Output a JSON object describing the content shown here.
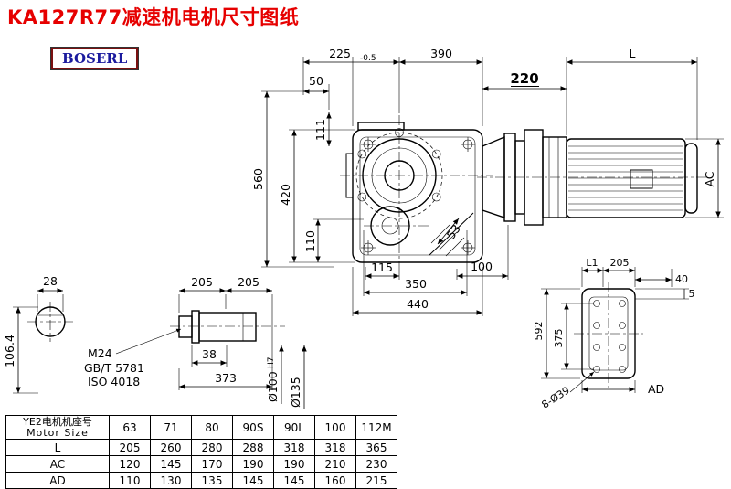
{
  "title": "KA127R77减速机电机尺寸图纸",
  "logo": "BOSERL",
  "colors": {
    "title": "#e60000",
    "logo_text": "#1b1b9e",
    "logo_border": "#7a1010",
    "line": "#000000"
  },
  "front": {
    "d225": "225",
    "tol": "-0.5",
    "d390": "390",
    "d220": "220",
    "dL": "L",
    "d50": "50",
    "d111": "111",
    "d560": "560",
    "d420": "420",
    "d110": "110",
    "d115": "115",
    "d100": "100",
    "d350": "350",
    "d440": "440",
    "d53": "53",
    "dAC": "AC"
  },
  "section": {
    "d28": "28",
    "d106": "106.4"
  },
  "shaft": {
    "d205a": "205",
    "d205b": "205",
    "thread": "M24",
    "std1": "GB/T 5781",
    "std2": "ISO 4018",
    "d38": "38",
    "d373": "373",
    "dia100": "Ø100",
    "dia100sup": "H7",
    "dia135": "Ø135"
  },
  "flange": {
    "dL1": "L1",
    "d205": "205",
    "d40": "40",
    "d5": "5",
    "d592": "592",
    "d375": "375",
    "dAD": "AD",
    "holes": "8-Ø39"
  },
  "table": {
    "header_line1": "YE2电机机座号",
    "header_line2": "Motor Size",
    "columns": [
      "63",
      "71",
      "80",
      "90S",
      "90L",
      "100",
      "112M"
    ],
    "rows": [
      {
        "label": "L",
        "values": [
          "205",
          "260",
          "280",
          "288",
          "318",
          "318",
          "365"
        ]
      },
      {
        "label": "AC",
        "values": [
          "120",
          "145",
          "170",
          "190",
          "190",
          "210",
          "230"
        ]
      },
      {
        "label": "AD",
        "values": [
          "110",
          "130",
          "135",
          "145",
          "145",
          "160",
          "215"
        ]
      }
    ]
  }
}
